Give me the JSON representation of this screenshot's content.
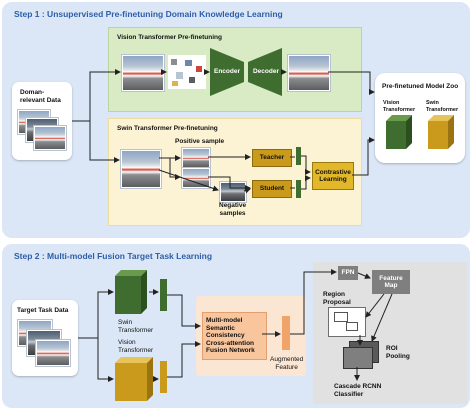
{
  "step1": {
    "title": "Step 1 :   Unsupervised Pre-finetuning Domain Knowledge Learning",
    "input_label": "Doman-\nrelevant Data",
    "vit": {
      "title": "Vision Transformer Pre-finetuning",
      "encoder": "Encoder",
      "decoder": "Decoder"
    },
    "swin": {
      "title": "Swin Transformer Pre-finetuning",
      "positive": "Positive sample",
      "negative": "Negative\nsamples",
      "teacher": "Teacher",
      "student": "Student",
      "contrastive": "Contrastive\nLearning"
    },
    "zoo": {
      "title": "Pre-finetuned Model Zoo",
      "vit_label": "Vision\nTransformer",
      "swin_label": "Swin\nTransformer"
    }
  },
  "step2": {
    "title": "Step 2 :   Multi-model Fusion Target Task Learning",
    "input_label": "Target Task Data",
    "swin_label": "Swin\nTransformer",
    "vit_label": "Vision\nTransformer",
    "fusion": "Multi-model\nSemantic\nConsistency\nCross-attention\nFusion Network",
    "augmented": "Augmented\nFeature",
    "fpn": "FPN",
    "feature_map": "Feature\nMap",
    "region_proposal": "Region\nProposal",
    "roi": "ROI\nPooling",
    "cascade": "Cascade RCNN\nClassifier"
  },
  "colors": {
    "step_bg": "#dbe7f6",
    "vit_bg": "#d8ebc4",
    "swin_bg": "#fbf3d4",
    "encoder": "#3f6c2f",
    "gold": "#c99a1b",
    "fusion": "#f8c59c",
    "detector_bg": "#e1e1e1"
  }
}
